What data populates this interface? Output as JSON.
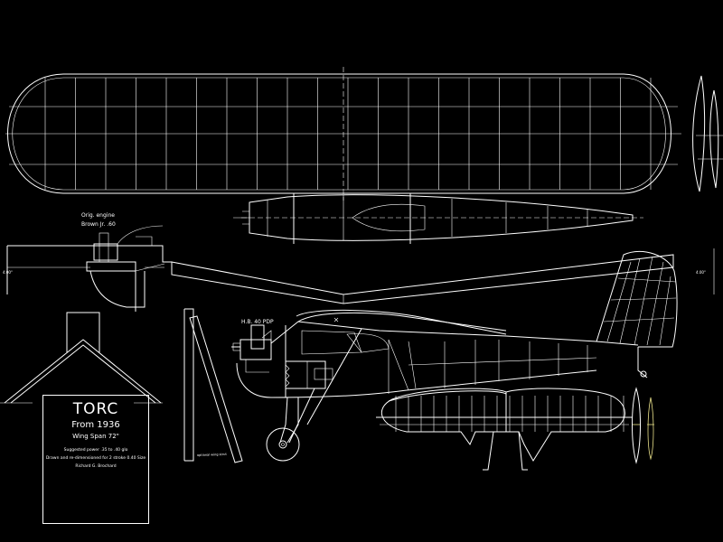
{
  "title_block": {
    "name": "TORC",
    "year": "From 1936",
    "span": "Wing Span 72\"",
    "note_power": "Suggested power .35 to .40 glo",
    "note_scale": "Drawn and re-dimensioned for 2 stroke 0.40 Size",
    "author": "Richard G. Brochard"
  },
  "labels": {
    "engine_orig_1": "Orig. engine",
    "engine_orig_2": "Brown Jr. .60",
    "engine_new": "H.B. 40 PDP",
    "dim_left": "4.00\"",
    "dim_right": "4.00\"",
    "strut_label": "optional wing strut"
  },
  "colors": {
    "background": "#000000",
    "lines": "#ffffff",
    "accent": "#e8e08a"
  }
}
